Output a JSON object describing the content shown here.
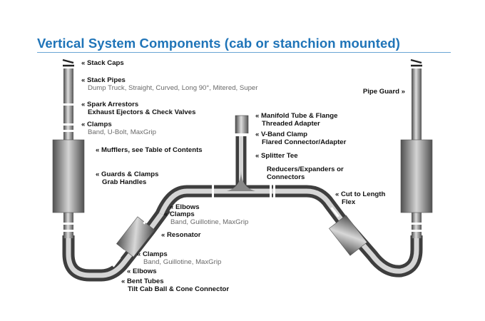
{
  "title": "Vertical System Components (cab or stanchion mounted)",
  "labels": {
    "stack_caps": "« Stack Caps",
    "stack_pipes": "« Stack Pipes",
    "stack_pipes_sub": "Dump Truck, Straight, Curved, Long 90°, Mitered, Super",
    "spark": "« Spark Arrestors",
    "spark_2": "Exhaust Ejectors & Check Valves",
    "clamps_top": "« Clamps",
    "clamps_top_sub": "Band, U-Bolt, MaxGrip",
    "mufflers": "« Mufflers, see Table of Contents",
    "guards": "« Guards & Clamps",
    "guards_2": "Grab Handles",
    "elbows_mid": "« Elbows",
    "clamps_mid": "« Clamps",
    "clamps_mid_sub": "Band, Guillotine, MaxGrip",
    "resonator": "« Resonator",
    "clamps_low": "« Clamps",
    "clamps_low_sub": "Band, Guillotine, MaxGrip",
    "elbows_low": "« Elbows",
    "bent": "« Bent Tubes",
    "bent_2": "Tilt Cab Ball & Cone Connector",
    "manifold": "« Manifold Tube & Flange",
    "manifold_2": "Threaded Adapter",
    "vband": "« V-Band Clamp",
    "vband_2": "Flared Connector/Adapter",
    "splitter": "« Splitter Tee",
    "reducers": "Reducers/Expanders or",
    "reducers_2": "Connectors",
    "cut": "« Cut to Length",
    "cut_2": "Flex",
    "pipe_guard": "Pipe Guard »"
  },
  "colors": {
    "title": "#1f74b8",
    "rule": "#6aa5d4",
    "pipe_dark": "#4a4a4a",
    "pipe_light": "#dcdcdc"
  }
}
